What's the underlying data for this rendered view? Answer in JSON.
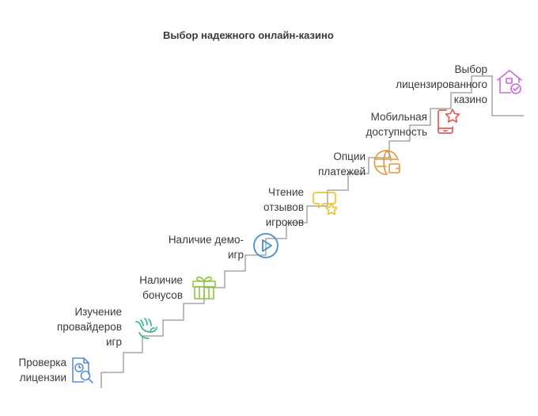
{
  "title": "Выбор надежного онлайн-казино",
  "colors": {
    "stairs": "#a6a6a6",
    "text": "#3a3a3a",
    "license_check": "#5b8ed6",
    "providers": "#3fb89a",
    "bonuses": "#8cc63f",
    "demo": "#3f8fd6",
    "reviews": "#f2c230",
    "payments": "#e8943a",
    "mobile": "#e35a5a",
    "final": "#c86ad8"
  },
  "steps": [
    {
      "label": "Проверка\nлицензии",
      "icon": "document-search-icon"
    },
    {
      "label": "Изучение\nпровайдеров\nигр",
      "icon": "hand-icon"
    },
    {
      "label": "Наличие\nбонусов",
      "icon": "gift-icon"
    },
    {
      "label": "Наличие демо-\nигр",
      "icon": "play-icon"
    },
    {
      "label": "Чтение\nотзывов\nигроков",
      "icon": "chat-star-icon"
    },
    {
      "label": "Опции\nплатежей",
      "icon": "globe-wallet-icon"
    },
    {
      "label": "Мобильная\nдоступность",
      "icon": "phone-star-icon"
    },
    {
      "label": "Выбор\nлицензированного\nказино",
      "icon": "house-check-icon"
    }
  ]
}
